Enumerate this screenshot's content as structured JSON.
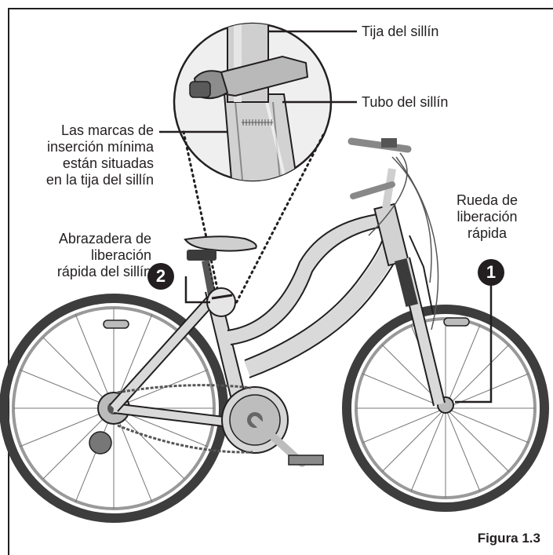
{
  "labels": {
    "seat_post": "Tija del sillín",
    "seat_tube": "Tubo del sillín",
    "insertion_marks": [
      "Las marcas de",
      "inserción mínima",
      "están situadas",
      "en la tija del sillín"
    ],
    "quick_release_wheel": [
      "Rueda de",
      "liberación",
      "rápida"
    ],
    "seat_clamp": [
      "Abrazadera de",
      "liberación",
      "rápida del sillín"
    ]
  },
  "badges": {
    "wheel": "1",
    "clamp": "2"
  },
  "figure_caption": "Figura 1.3",
  "colors": {
    "ink": "#231f20",
    "frame_fill": "#d9d9d9",
    "tire": "#4a4a4a",
    "circle_bg": "#eeeeee"
  }
}
